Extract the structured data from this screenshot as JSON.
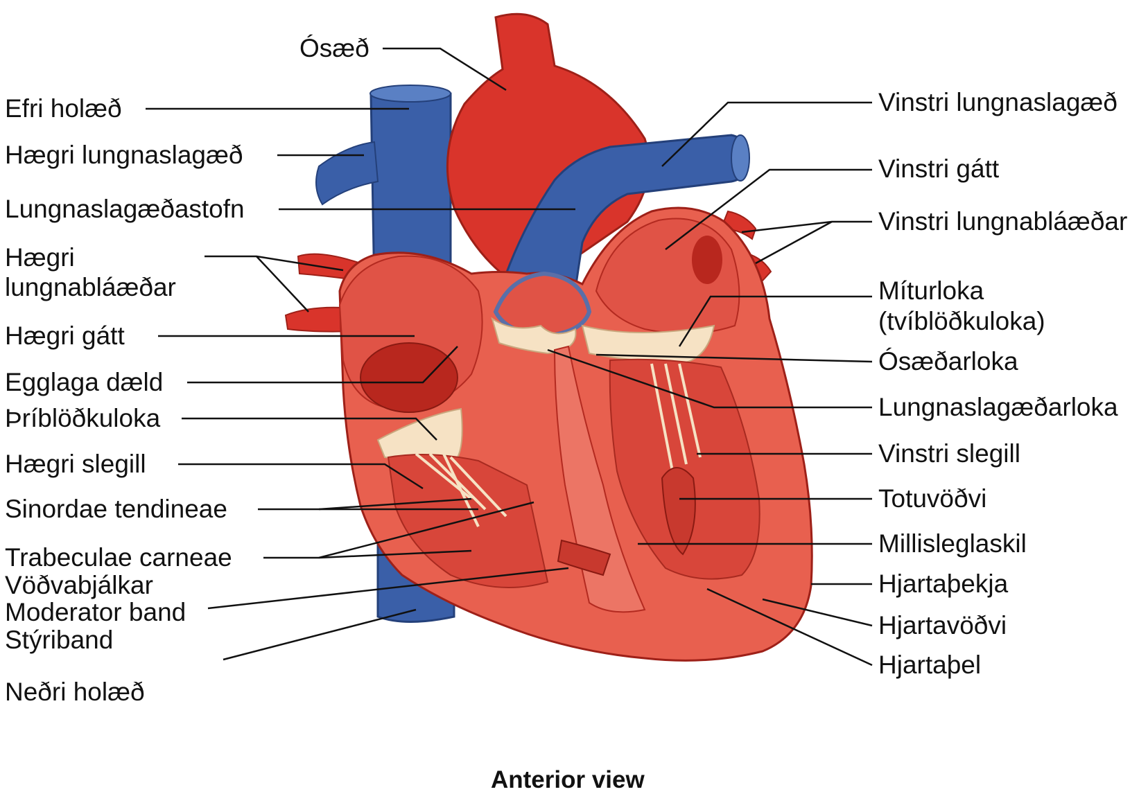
{
  "caption": "Anterior view",
  "colors": {
    "artery_red": "#d9342b",
    "vein_blue": "#3a5fa8",
    "muscle": "#e8604f",
    "chamber": "#cf3b30",
    "valve_cream": "#f6e2c4",
    "leader": "#111111"
  },
  "labels": {
    "aorta": "Ósæð",
    "superior_vena_cava": "Efri holæð",
    "right_pulmonary_artery": "Hægri lungnaslagæð",
    "pulmonary_trunk": "Lungnaslagæðastofn",
    "right_pulmonary_veins_1": "Hægri",
    "right_pulmonary_veins_2": "lungnabláæðar",
    "right_atrium": "Hægri gátt",
    "fossa_ovalis": "Egglaga dæld",
    "tricuspid_valve": "Þríblöðkuloka",
    "right_ventricle": "Hægri slegill",
    "chordae_tendineae": "Sinordae tendineae",
    "trabeculae_carneae": "Trabeculae carneae",
    "trabeculae_is": "Vöðvabjálkar",
    "moderator_band": "Moderator band",
    "moderator_band_is": "Stýriband",
    "inferior_vena_cava": "Neðri holæð",
    "left_pulmonary_artery": "Vinstri lungnaslagæð",
    "left_atrium": "Vinstri gátt",
    "left_pulmonary_veins": "Vinstri lungnabláæðar",
    "mitral_valve_1": "Míturloka",
    "mitral_valve_2": "(tvíblöðkuloka)",
    "aortic_valve": "Ósæðarloka",
    "pulmonary_valve": "Lungnaslagæðarloka",
    "left_ventricle": "Vinstri slegill",
    "papillary_muscle": "Totuvöðvi",
    "interventricular_septum": "Millisleglaskil",
    "epicardium": "Hjartaþekja",
    "myocardium": "Hjartavöðvi",
    "endocardium": "Hjartaþel"
  }
}
